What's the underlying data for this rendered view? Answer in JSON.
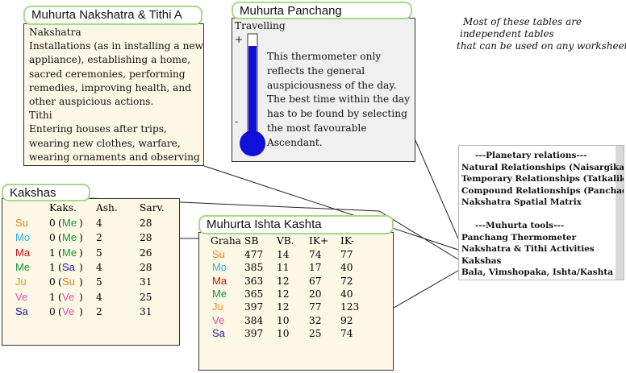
{
  "colors": {
    "tab_border": "#a8d88a",
    "panel_bg": "#fdf7e6",
    "thermo_fill": "#1010d8",
    "Su": "#e8821e",
    "Mo": "#2ab0e8",
    "Ma": "#cc1010",
    "Me": "#109830",
    "Ju": "#e8901e",
    "Ve": "#e050a8",
    "Sa": "#1818b0"
  },
  "nakshatra_panel": {
    "title": "Muhurta Nakshatra & Tithi A",
    "lines": [
      "Nakshatra",
      "Installations (as in installing a new",
      "appliance), establishing a home,",
      "sacred ceremonies, performing",
      "remedies, improving health, and",
      "other auspicious actions.",
      "Tithi",
      "Entering houses after trips,",
      "wearing new clothes, warfare,",
      "wearing ornaments and observing"
    ]
  },
  "panchang_panel": {
    "title": "Muhurta Panchang",
    "label": "Travelling",
    "plus": "+",
    "minus": "-",
    "thermometer_level": 0.88,
    "lines": [
      "This thermometer only",
      "reflects the general",
      "auspiciousness of the day.",
      "The best time within the day",
      "has to be found by selecting",
      "the most favourable",
      "Ascendant."
    ]
  },
  "note": {
    "lines": [
      "Most of these tables are",
      "independent tables",
      "that can be used on any worksheet."
    ]
  },
  "menu_panel": {
    "lines": [
      "---Planetary relations---",
      "Natural Relationships (Naisargika)",
      "Temporary Relationships (Tatkalika",
      "Compound Relationships (Panchadh",
      "Nakshatra Spatial Matrix",
      "",
      "---Muhurta tools---",
      "Panchang Thermometer",
      "Nakshatra & Tithi Activities",
      "Kakshas",
      "Bala, Vimshopaka, Ishta/Kashta"
    ]
  },
  "kakshas_panel": {
    "title": "Kakshas",
    "headers": [
      "Kaks.",
      "Ash.",
      "Sarv."
    ],
    "rows": [
      {
        "planet": "Su",
        "kaks": "0",
        "lord": "Me",
        "ash": "4",
        "sarv": "28"
      },
      {
        "planet": "Mo",
        "kaks": "0",
        "lord": "Me",
        "ash": "2",
        "sarv": "28"
      },
      {
        "planet": "Ma",
        "kaks": "1",
        "lord": "Me",
        "ash": "5",
        "sarv": "26"
      },
      {
        "planet": "Me",
        "kaks": "1",
        "lord": "Sa",
        "ash": "4",
        "sarv": "28"
      },
      {
        "planet": "Ju",
        "kaks": "0",
        "lord": "Su",
        "ash": "5",
        "sarv": "31"
      },
      {
        "planet": "Ve",
        "kaks": "1",
        "lord": "Ve",
        "ash": "4",
        "sarv": "25"
      },
      {
        "planet": "Sa",
        "kaks": "0",
        "lord": "Ve",
        "ash": "2",
        "sarv": "31"
      }
    ]
  },
  "ishta_panel": {
    "title": "Muhurta Ishta Kashta",
    "headers": [
      "Graha",
      "SB",
      "VB.",
      "IK+",
      "IK-"
    ],
    "rows": [
      {
        "planet": "Su",
        "sb": "477",
        "vb": "14",
        "ikp": "74",
        "ikm": "77"
      },
      {
        "planet": "Mo",
        "sb": "385",
        "vb": "11",
        "ikp": "17",
        "ikm": "40"
      },
      {
        "planet": "Ma",
        "sb": "363",
        "vb": "12",
        "ikp": "67",
        "ikm": "72"
      },
      {
        "planet": "Me",
        "sb": "365",
        "vb": "12",
        "ikp": "20",
        "ikm": "40"
      },
      {
        "planet": "Ju",
        "sb": "397",
        "vb": "12",
        "ikp": "77",
        "ikm": "123"
      },
      {
        "planet": "Ve",
        "sb": "384",
        "vb": "10",
        "ikp": "32",
        "ikm": "92"
      },
      {
        "planet": "Sa",
        "sb": "397",
        "vb": "10",
        "ikp": "25",
        "ikm": "74"
      }
    ]
  }
}
